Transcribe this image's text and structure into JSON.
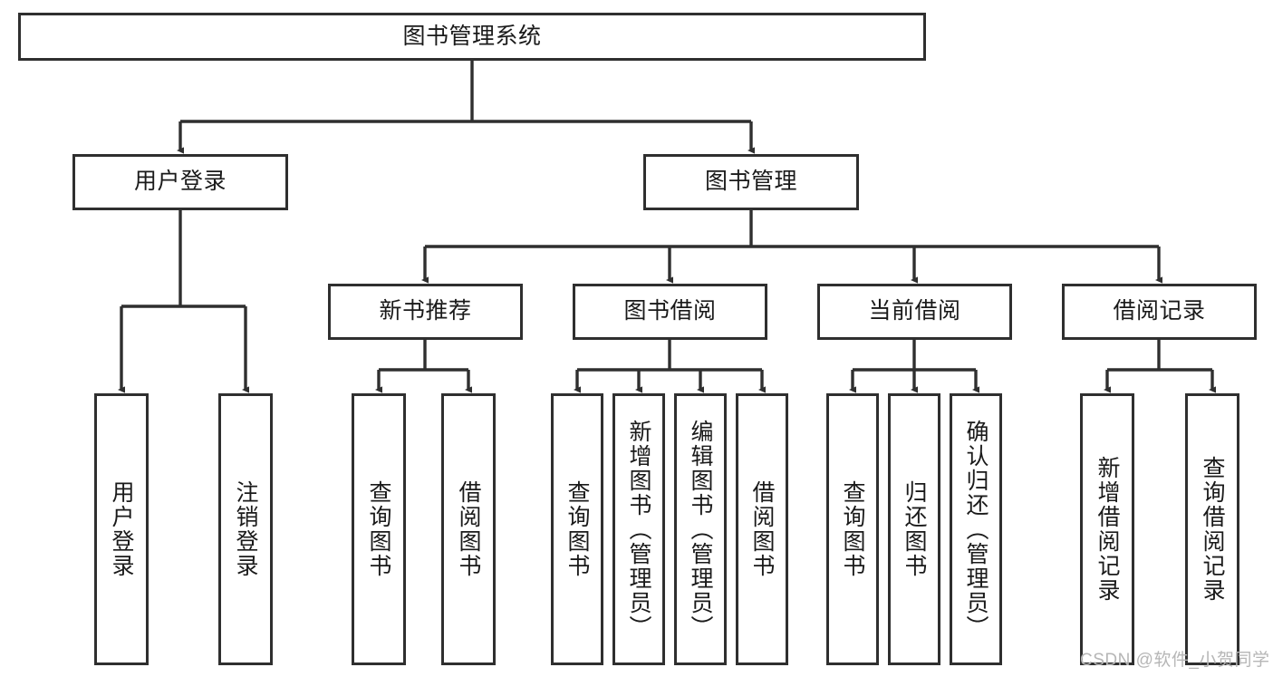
{
  "diagram": {
    "title": "图书管理系统",
    "type": "tree-hierarchy-chart",
    "watermark": "CSDN @软件_小贺同学",
    "colors": {
      "stroke": "#2f2f2f",
      "fill": "#ffffff",
      "text": "#1a1a1a",
      "watermark": "#b6b6b6"
    },
    "root": {
      "label": "图书管理系统"
    },
    "level2": [
      {
        "label": "用户登录"
      },
      {
        "label": "图书管理"
      }
    ],
    "level3": [
      {
        "label": "新书推荐"
      },
      {
        "label": "图书借阅"
      },
      {
        "label": "当前借阅"
      },
      {
        "label": "借阅记录"
      }
    ],
    "leaves": {
      "user_login": [
        {
          "label": "用户登录"
        },
        {
          "label": "注销登录"
        }
      ],
      "new_book_recommend": [
        {
          "label": "查询图书"
        },
        {
          "label": "借阅图书"
        }
      ],
      "book_borrow": [
        {
          "label": "查询图书"
        },
        {
          "label": "新增图书（管理员）"
        },
        {
          "label": "编辑图书（管理员）"
        },
        {
          "label": "借阅图书"
        }
      ],
      "current_borrow": [
        {
          "label": "查询图书"
        },
        {
          "label": "归还图书"
        },
        {
          "label": "确认归还（管理员）"
        }
      ],
      "borrow_record": [
        {
          "label": "新增借阅记录"
        },
        {
          "label": "查询借阅记录"
        }
      ]
    }
  }
}
